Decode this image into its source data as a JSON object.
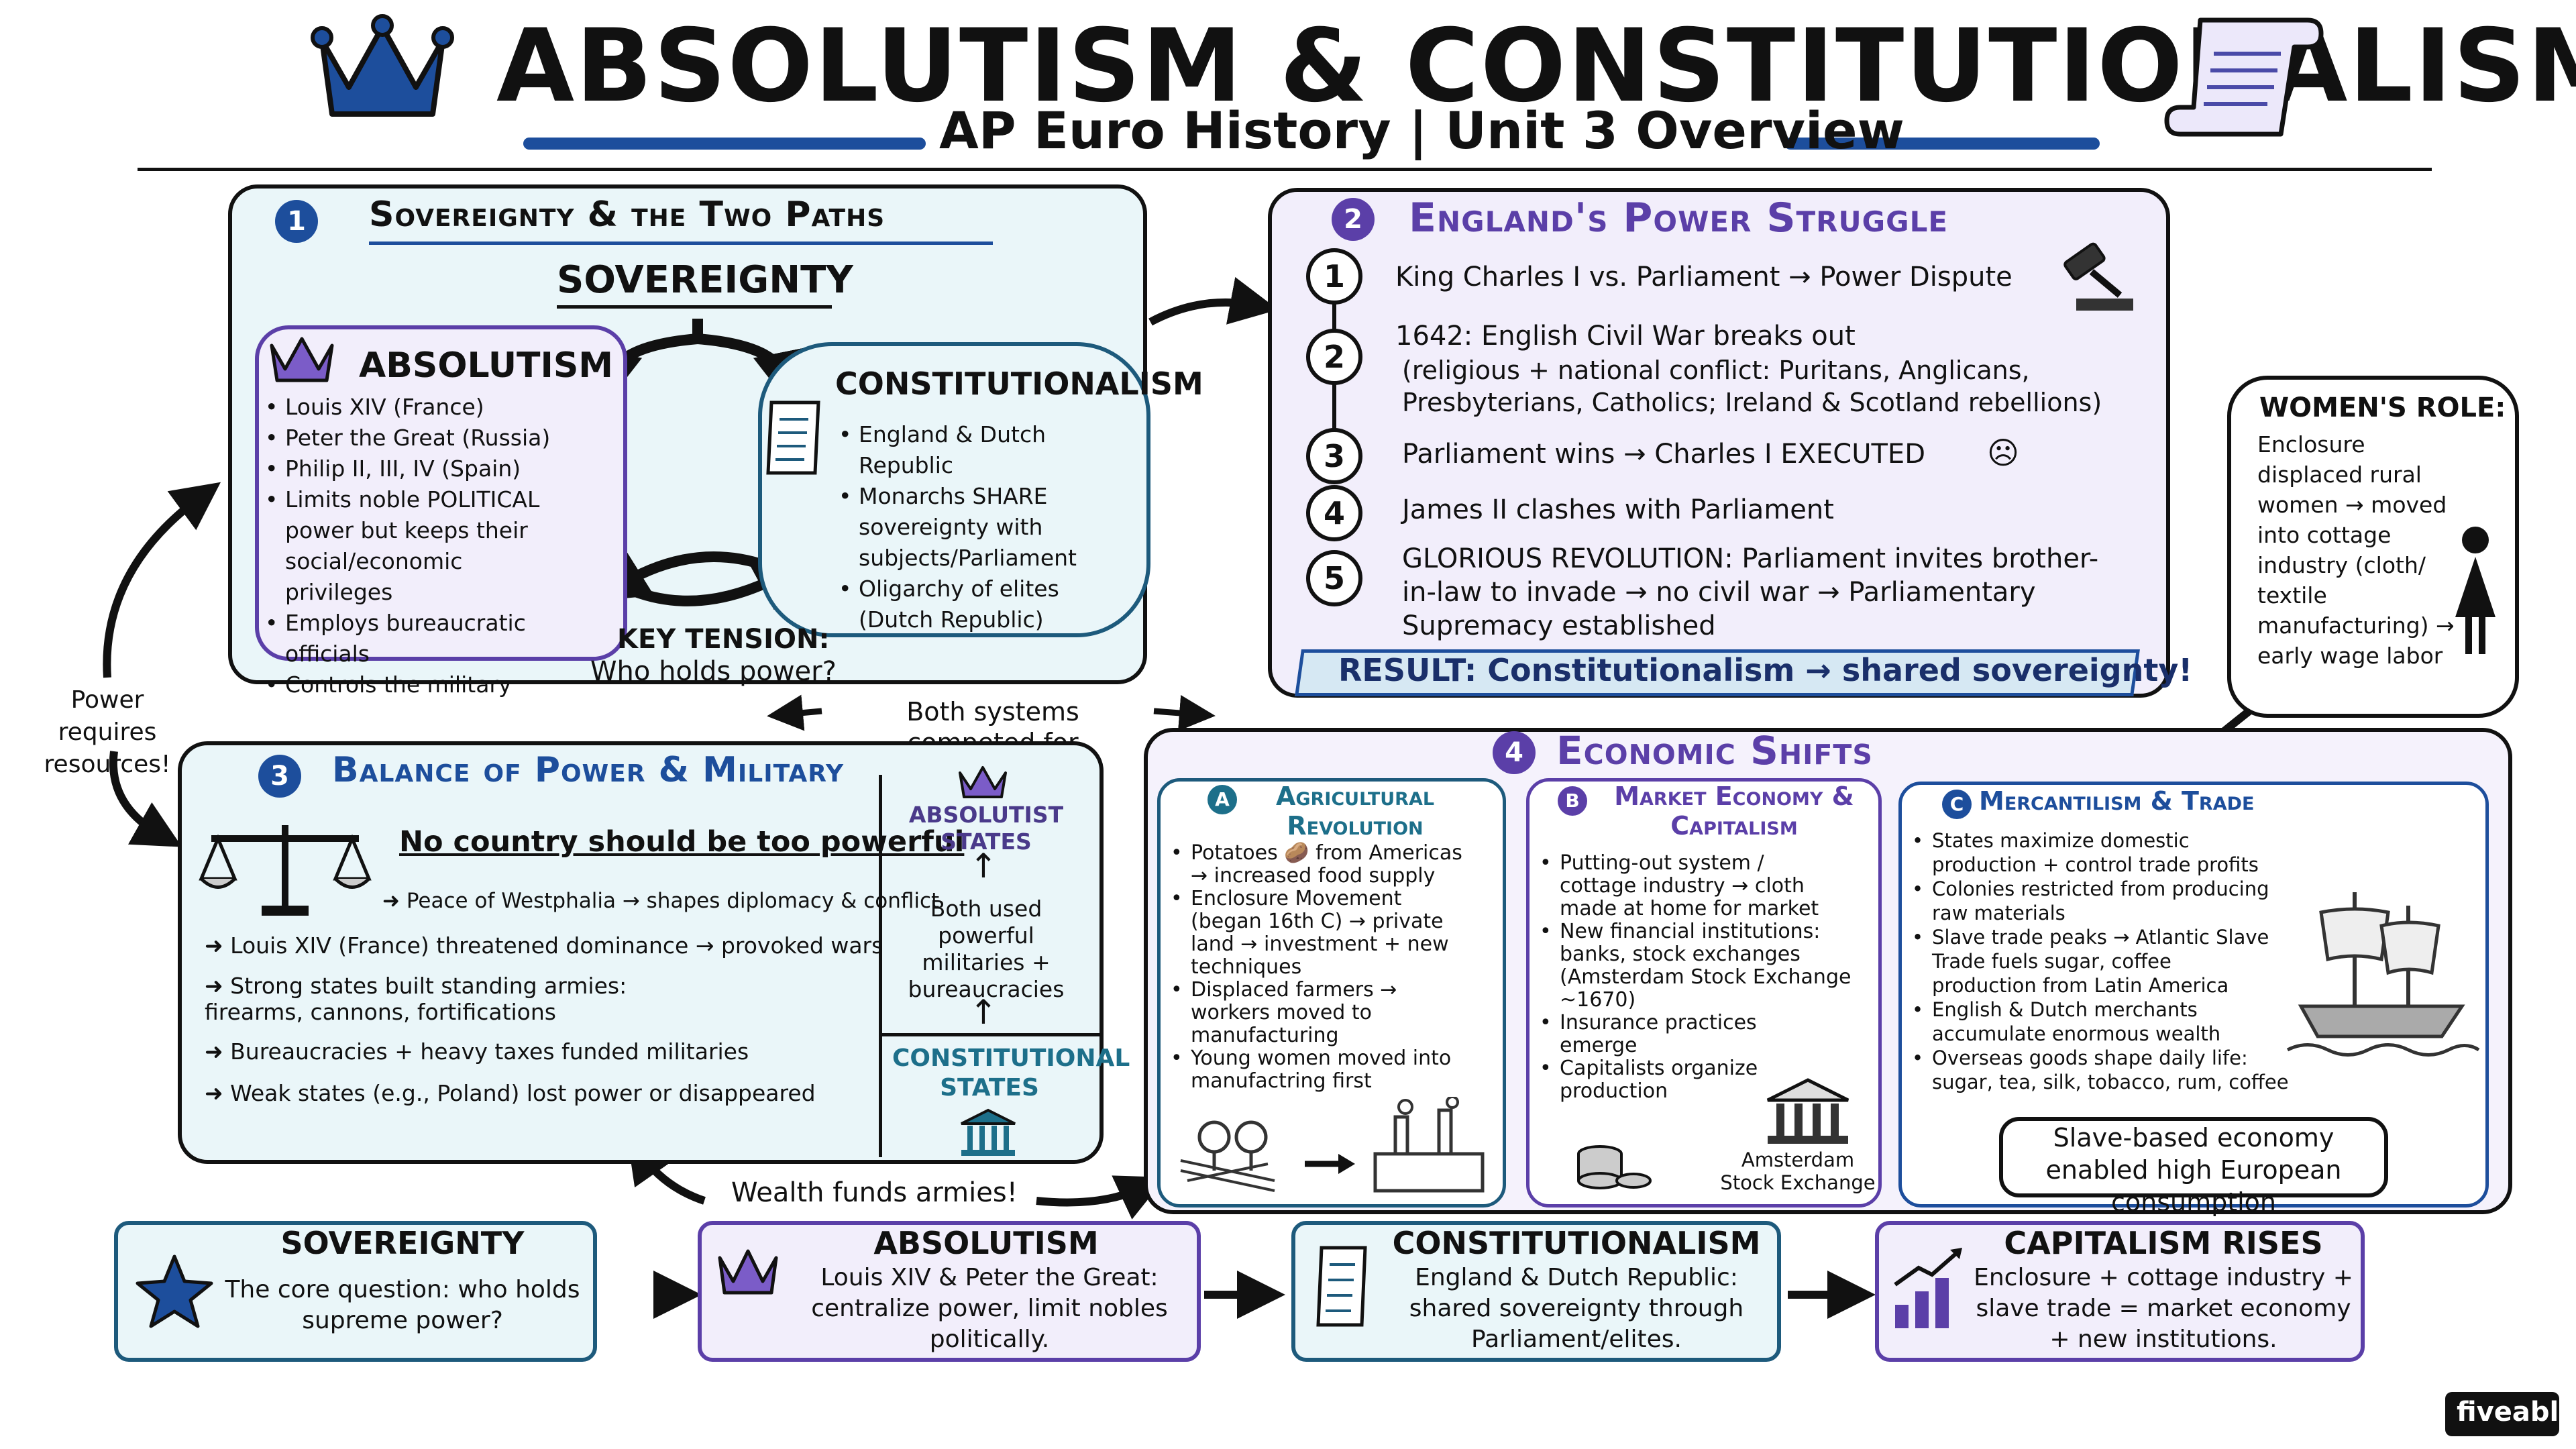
{
  "title": "ABSOLUTISM & CONSTITUTIONALISM",
  "subtitle": "AP Euro History | Unit 3 Overview",
  "colors": {
    "navy": "#1d4e9c",
    "purple": "#5b3fa8",
    "teal": "#1d6f8a",
    "light_blue": "#eaf6f9",
    "light_purple": "#f2eefb"
  },
  "icons": [
    "crown-icon",
    "scroll-icon",
    "gavel-icon",
    "scales-icon",
    "building-icon",
    "woman-icon",
    "ship-icon",
    "factory-icon",
    "coins-icon",
    "star-icon",
    "chart-icon"
  ],
  "s1": {
    "num": "1",
    "header": "Sovereignty & the Two Paths",
    "center": "SOVEREIGNTY",
    "absolutism": {
      "title": "ABSOLUTISM",
      "items": [
        "Louis XIV (France)",
        "Peter the Great (Russia)",
        "Philip II, III, IV (Spain)",
        "Limits noble POLITICAL power but keeps their social/economic privileges",
        "Employs bureaucratic officials",
        "Controls the military"
      ]
    },
    "constitutionalism": {
      "title": "CONSTITUTIONALISM",
      "items": [
        "England & Dutch Republic",
        "Monarchs SHARE sovereignty with subjects/Parliament",
        "Oligarchy of elites (Dutch Republic)"
      ]
    },
    "tension_label": "KEY TENSION:",
    "tension_question": "Who holds power?"
  },
  "s2": {
    "num": "2",
    "header": "England's Power Struggle",
    "steps": [
      {
        "n": "1",
        "text": "King Charles I vs. Parliament → Power Dispute"
      },
      {
        "n": "2",
        "text": "1642: English Civil War breaks out",
        "detail": "(religious + national conflict: Puritans, Anglicans, Presbyterians, Catholics; Ireland & Scotland rebellions)"
      },
      {
        "n": "3",
        "text": "Parliament wins → Charles I EXECUTED"
      },
      {
        "n": "4",
        "text": "James II clashes with Parliament"
      },
      {
        "n": "5",
        "text": "GLORIOUS REVOLUTION: Parliament invites brother-in-law to invade → no civil war → Parliamentary Supremacy established"
      }
    ],
    "result": "RESULT: Constitutionalism → shared sovereignty!"
  },
  "women": {
    "title": "WOMEN'S ROLE:",
    "text": "Enclosure displaced rural women → moved into cottage industry (cloth/ textile manufacturing) → early wage labor"
  },
  "connectors": {
    "power_resources": "Power requires resources!",
    "both_competed": "Both systems competed for dominance",
    "wealth_funds": "Wealth funds armies!"
  },
  "s3": {
    "num": "3",
    "header": "Balance of Power & Military",
    "principle": "No country should be too powerful",
    "westphalia": "Peace of Westphalia → shapes diplomacy & conflict",
    "points": [
      "Louis XIV (France) threatened dominance → provoked wars",
      "Strong states built standing armies: firearms, cannons, fortifications",
      "Bureaucracies + heavy taxes funded militaries",
      "Weak states (e.g., Poland) lost power or disappeared"
    ],
    "side_top": "ABSOLUTIST STATES",
    "side_mid": "Both used powerful militaries + bureaucracies",
    "side_bottom": "CONSTITUTIONAL STATES"
  },
  "s4": {
    "num": "4",
    "header": "Economic Shifts",
    "a": {
      "letter": "A",
      "title": "Agricultural Revolution",
      "items": [
        "Potatoes 🥔 from Americas → increased food supply",
        "Enclosure Movement (began 16th C) → private land → investment + new techniques",
        "Displaced farmers → workers moved to manufacturing",
        "Young women moved into manufactring first"
      ]
    },
    "b": {
      "letter": "B",
      "title": "Market Economy & Capitalism",
      "items": [
        "Putting-out system / cottage industry → cloth made at home for market",
        "New financial institutions: banks, stock exchanges (Amsterdam Stock Exchange ~1670)",
        "Insurance practices emerge",
        "Capitalists organize production"
      ],
      "caption": "Amsterdam Stock Exchange"
    },
    "c": {
      "letter": "C",
      "title": "Mercantilism & Trade",
      "items": [
        "States maximize domestic production + control trade profits",
        "Colonies restricted from producing raw materials",
        "Slave trade peaks → Atlantic Slave Trade fuels sugar, coffee production from Latin America",
        "English & Dutch merchants accumulate enormous wealth",
        "Overseas goods shape daily life: sugar, tea, silk, tobacco, rum, coffee"
      ],
      "callout": "Slave-based economy enabled high European consumption"
    }
  },
  "flow": [
    {
      "title": "SOVEREIGNTY",
      "text": "The core question: who holds supreme power?"
    },
    {
      "title": "ABSOLUTISM",
      "text": "Louis XIV & Peter the Great: centralize power, limit nobles politically."
    },
    {
      "title": "CONSTITUTIONALISM",
      "text": "England & Dutch Republic: shared sovereignty through Parliament/elites."
    },
    {
      "title": "CAPITALISM RISES",
      "text": "Enclosure + cottage industry + slave trade = market economy + new institutions."
    }
  ],
  "brand": "fiveable"
}
